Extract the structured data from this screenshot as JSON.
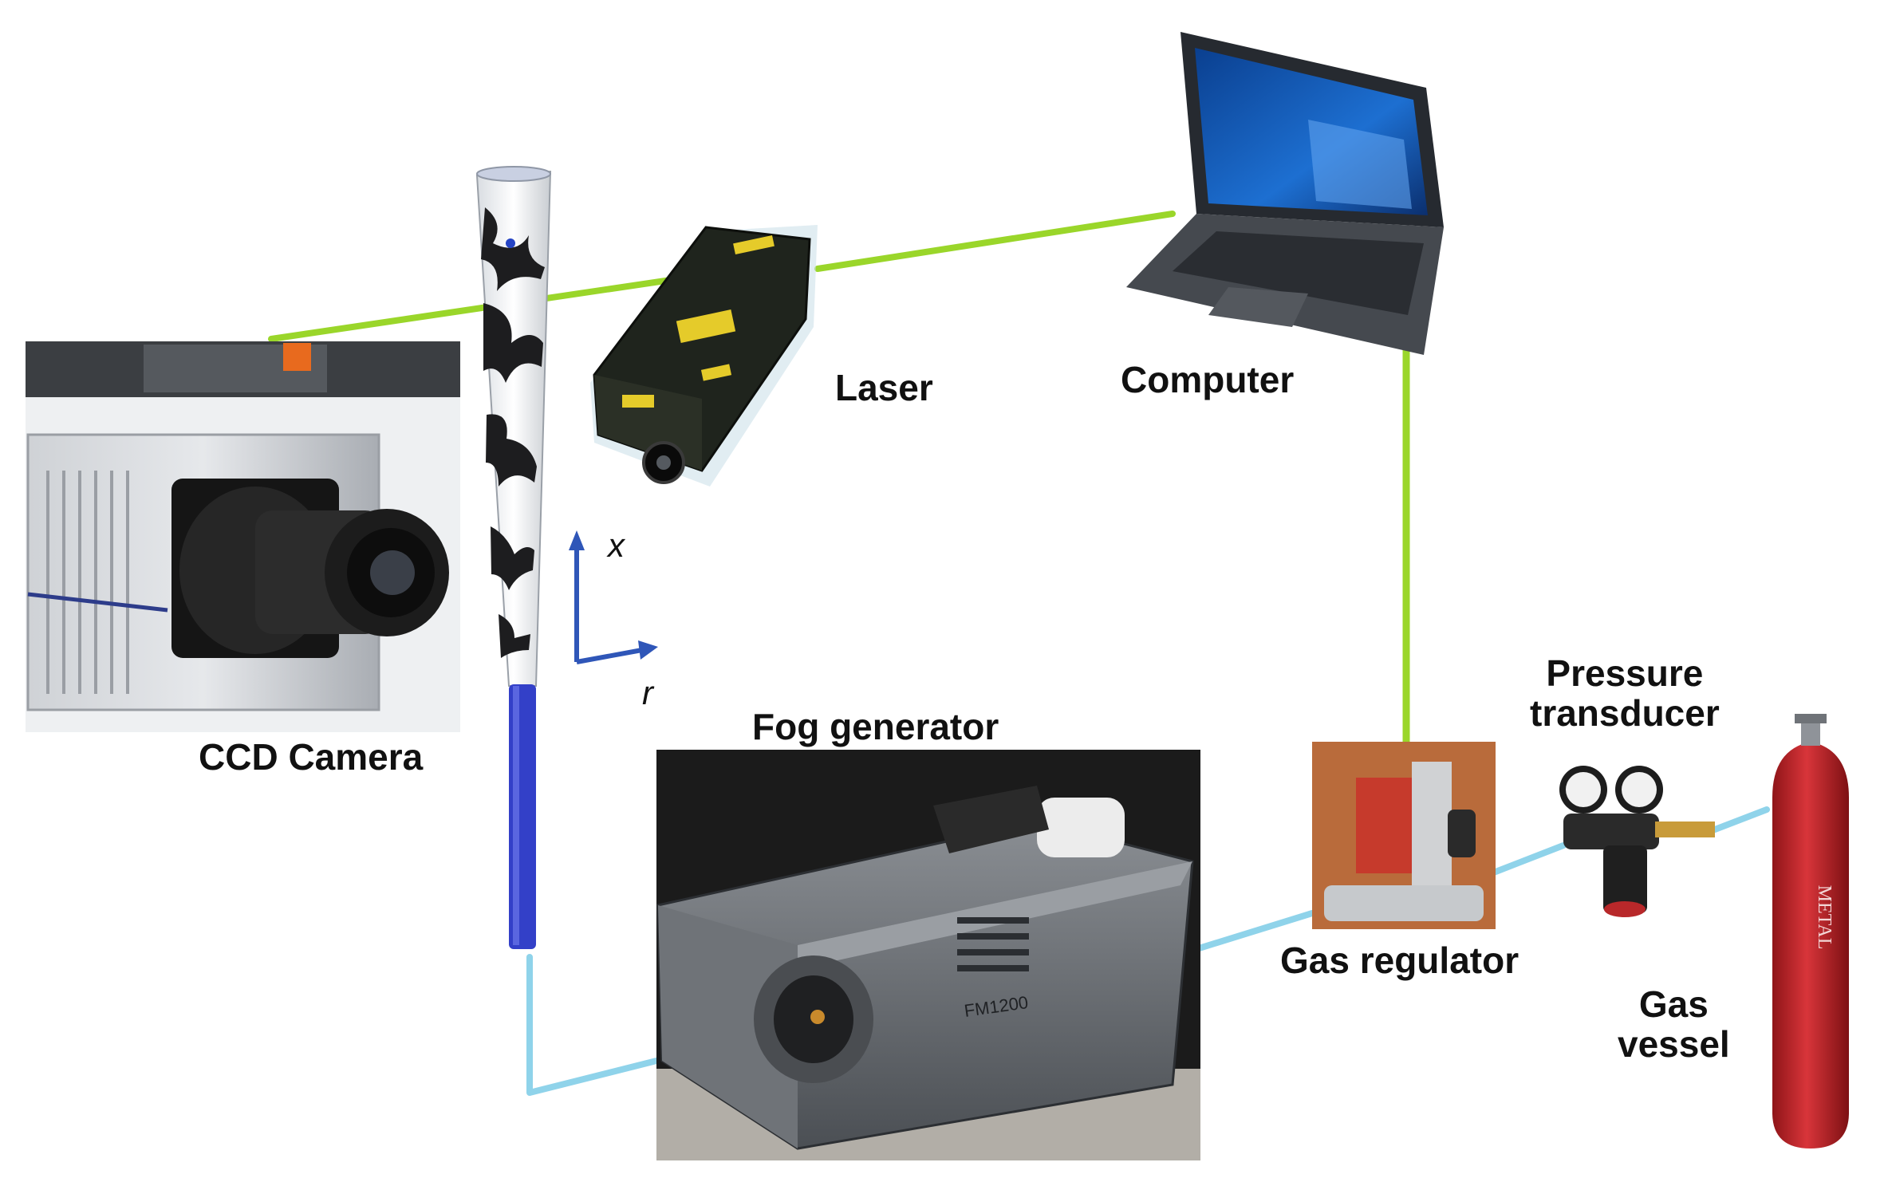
{
  "labels": {
    "laser": "Laser",
    "computer": "Computer",
    "ccd_camera": "CCD Camera",
    "fog_generator": "Fog generator",
    "gas_regulator": "Gas regulator",
    "pressure_transducer_line1": "Pressure",
    "pressure_transducer_line2": "transducer",
    "gas_vessel_line1": "Gas",
    "gas_vessel_line2": "vessel"
  },
  "axes": {
    "x": "x",
    "r": "r"
  },
  "device_text": {
    "fog_model": "FM1200",
    "vessel_mark": "METAL"
  },
  "colors": {
    "signal_line": "#9ad62a",
    "gas_line": "#8fd3ea",
    "axis_arrow": "#2f56b8",
    "jet_nozzle": "#3340c8",
    "vessel_red": "#c8262a"
  }
}
